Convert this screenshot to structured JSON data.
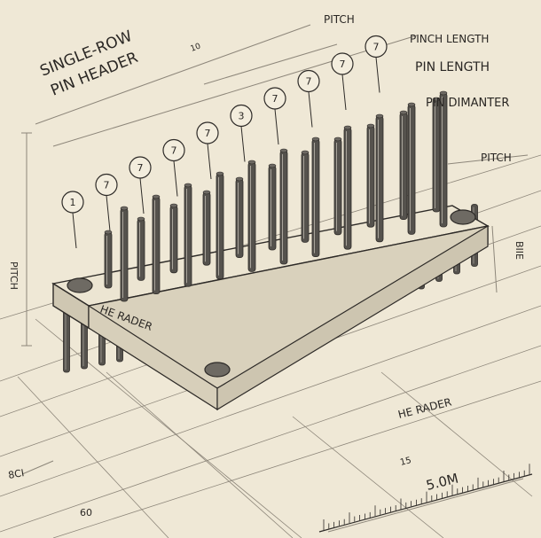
{
  "title": {
    "line1": "SINGLE-ROW",
    "line2": "PIN HEADER"
  },
  "labels": {
    "pitch_top": "PITCH",
    "pinch_length": "PINCH LENGTH",
    "pin_length": "PIN LENGTH",
    "pin_diameter": "PIN DIMANTER",
    "pitch_right": "PITCH",
    "side_right": "BIIE",
    "pitch_left": "PITCH",
    "header": "HE RADER",
    "scale": "5.0M",
    "bottom_a": "8CI",
    "bottom_b": "60",
    "bottom_c": "10",
    "scale_small": "15"
  },
  "callouts": [
    "1",
    "7",
    "7",
    "7",
    "7",
    "3",
    "7",
    "7",
    "7",
    "7"
  ],
  "colors": {
    "paper": "#efe8d6",
    "ink": "#2d2a27",
    "faint": "#8d867a",
    "metal": "#55524d",
    "body": "#e8e1ce"
  }
}
